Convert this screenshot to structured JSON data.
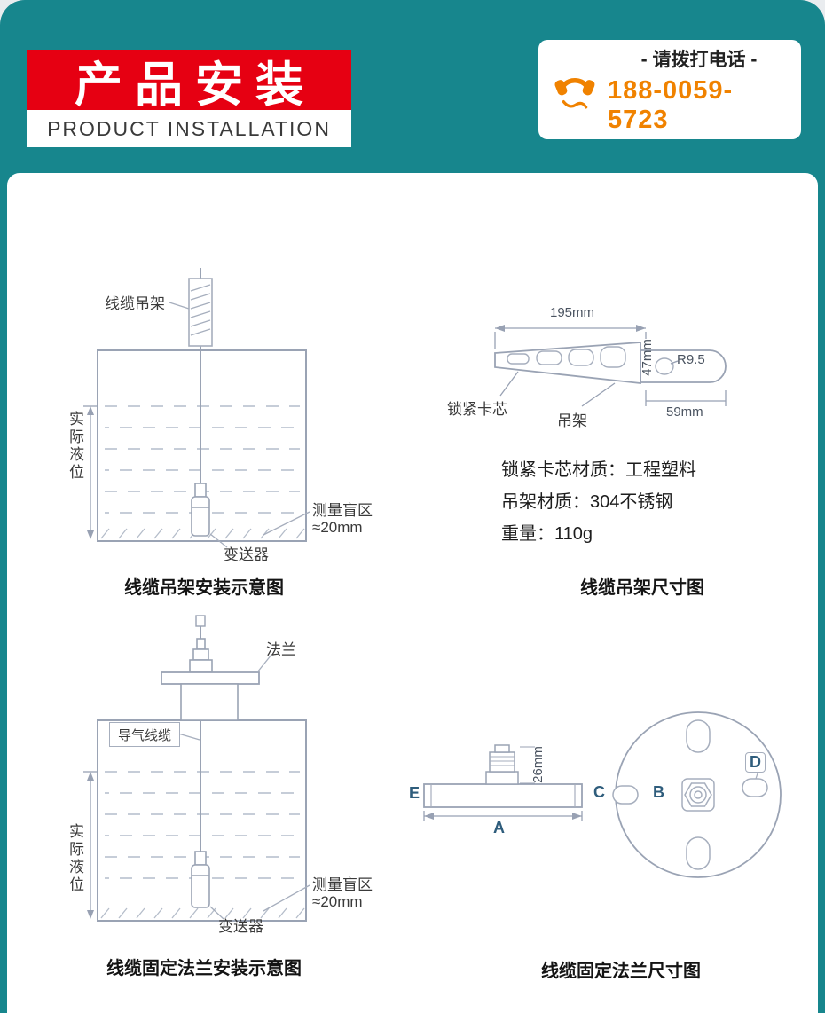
{
  "colors": {
    "teal": "#17868D",
    "red": "#E60012",
    "orange": "#F08200",
    "line_gray": "#9AA3B4"
  },
  "header": {
    "title": "产品安装",
    "subtitle": "PRODUCT INSTALLATION",
    "phone_icon": "phone-handset",
    "phone_label": "- 请拨打电话 -",
    "phone_number": "188-0059-5723"
  },
  "hanger_install": {
    "caption": "线缆吊架安装示意图",
    "cable_hanger_label": "线缆吊架",
    "actual_level_label": "实际液位",
    "blind_zone_label": "测量盲区",
    "blind_zone_value": "≈20mm",
    "transmitter_label": "变送器"
  },
  "hanger_dims": {
    "caption": "线缆吊架尺寸图",
    "dim_length": "195mm",
    "dim_height": "47mm",
    "dim_radius": "R9.5",
    "dim_tail": "59mm",
    "lock_core_label": "锁紧卡芯",
    "hanger_label": "吊架",
    "spec_lines": [
      "锁紧卡芯材质：工程塑料",
      "吊架材质：304不锈钢",
      "重量：110g"
    ]
  },
  "flange_install": {
    "caption": "线缆固定法兰安装示意图",
    "flange_label": "法兰",
    "air_cable_label": "导气线缆",
    "actual_level_label": "实际液位",
    "blind_zone_label": "测量盲区",
    "blind_zone_value": "≈20mm",
    "transmitter_label": "变送器"
  },
  "flange_dims": {
    "caption": "线缆固定法兰尺寸图",
    "dim_gland": "26mm",
    "label_a": "A",
    "label_b": "B",
    "label_c": "C",
    "label_d": "D",
    "label_e": "E"
  }
}
